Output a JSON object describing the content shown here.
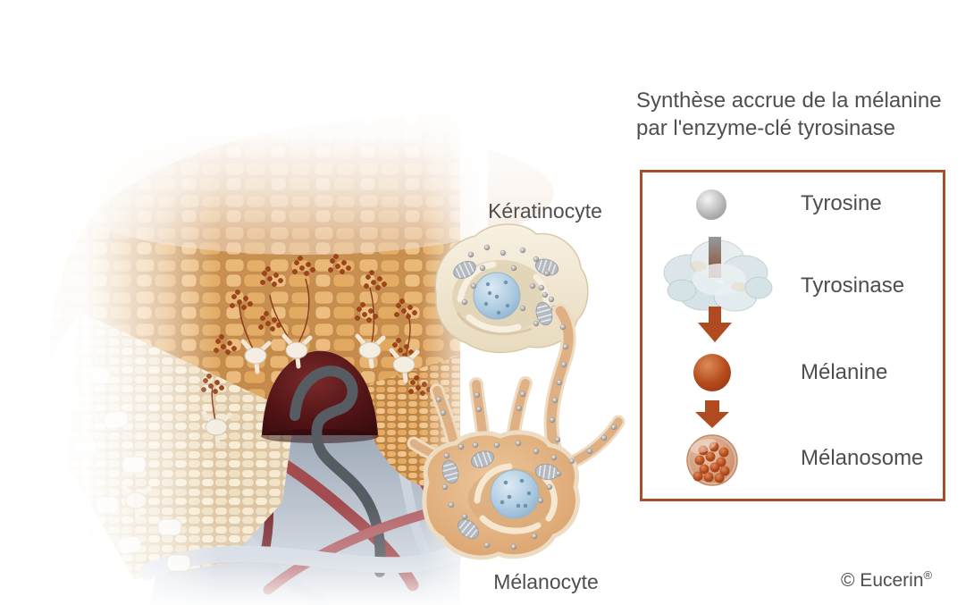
{
  "diagram": {
    "title": {
      "line1": "Synthèse accrue de la mélanine",
      "line2": "par l'enzyme-clé tyrosinase"
    },
    "cell_labels": {
      "keratinocyte": "Kératinocyte",
      "melanocyte": "Mélanocyte"
    },
    "legend": {
      "border_color": "#a3502c",
      "flow_arrow_icon": "down-arrow-icon",
      "items": [
        {
          "label": "Tyrosine",
          "icon": "tyrosine-sphere-icon"
        },
        {
          "label": "Tyrosinase",
          "icon": "tyrosinase-enzyme-icon"
        },
        {
          "label": "Mélanine",
          "icon": "melanin-sphere-icon"
        },
        {
          "label": "Mélanosome",
          "icon": "melanosome-icon"
        }
      ]
    },
    "copyright": {
      "text": "© Eucerin",
      "registered_mark": "®"
    },
    "colors": {
      "text": "#4f4f4f",
      "legend_border": "#a3502c",
      "melanin": "#a8431e",
      "arrow": "#b04a20",
      "tyrosine_sphere": "#b5b5b5",
      "tyrosinase_enzyme": "#dde7ea",
      "skin_surface": "#e3aa63",
      "epidermis": "#f4e7cd",
      "dermis": "#a9b3c0",
      "vessel_red": "#a34c50",
      "vessel_pale": "#ccd4de",
      "nucleus_blue": "#a9c7de",
      "melanosome_dot": "#9a9a9a"
    }
  }
}
